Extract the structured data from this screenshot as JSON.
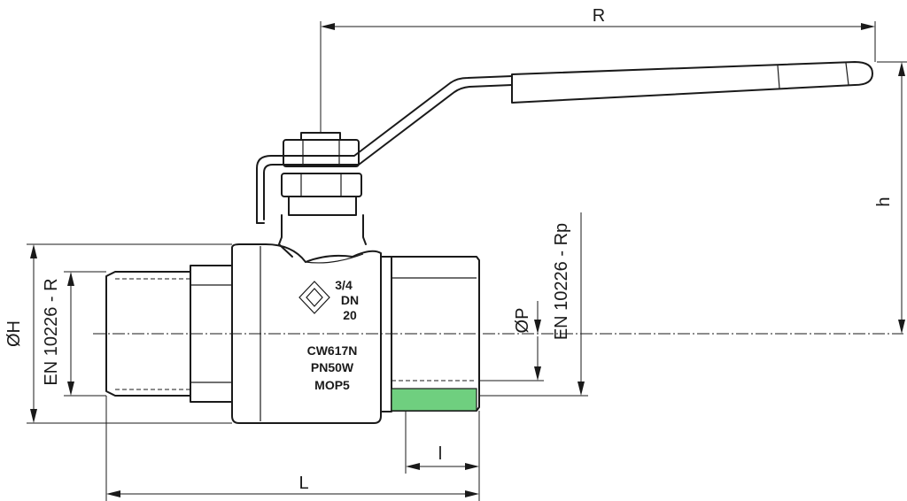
{
  "dimensions": {
    "R": "R",
    "h": "h",
    "L": "L",
    "l": "l",
    "oH": "ØH",
    "oP": "ØP",
    "thread_male": "EN 10226 - R",
    "thread_female": "EN 10226 - Rp"
  },
  "body_marking": {
    "size": "3/4",
    "dn_label": "DN",
    "dn_value": "20",
    "material": "CW617N",
    "pressure": "PN50W",
    "mop": "MOP5"
  },
  "colors": {
    "line": "#1a1a1a",
    "seal": "#6fcf7f",
    "background": "#ffffff"
  }
}
